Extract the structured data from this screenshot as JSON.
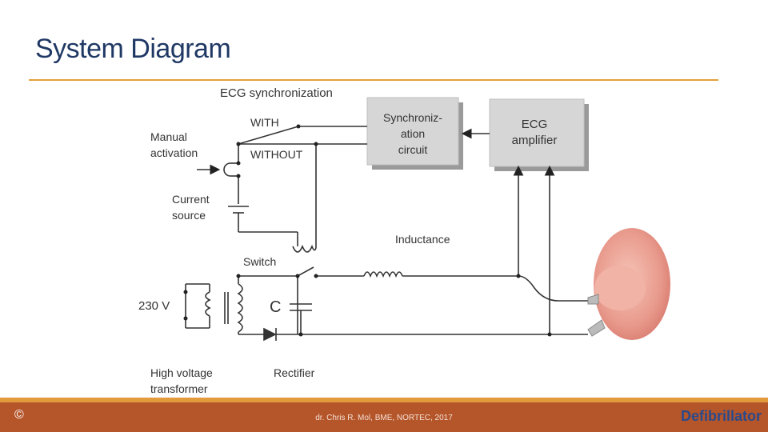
{
  "slide": {
    "title": "System Diagram",
    "footer": {
      "copyright": "©",
      "credit": "dr. Chris R. Mol, BME, NORTEC, 2017",
      "topic": "Defibrillator"
    }
  },
  "diagram": {
    "labels": {
      "ecg_sync": "ECG synchronization",
      "with": "WITH",
      "without": "WITHOUT",
      "manual_1": "Manual",
      "manual_2": "activation",
      "current_1": "Current",
      "current_2": "source",
      "switch": "Switch",
      "inductance": "Inductance",
      "voltage": "230 V",
      "capacitor": "C",
      "hv_1": "High voltage",
      "hv_2": "transformer",
      "rectifier": "Rectifier"
    },
    "blocks": {
      "sync_1": "Synchroniz-",
      "sync_2": "ation",
      "sync_3": "circuit",
      "ecg_1": "ECG",
      "ecg_2": "amplifier"
    }
  }
}
